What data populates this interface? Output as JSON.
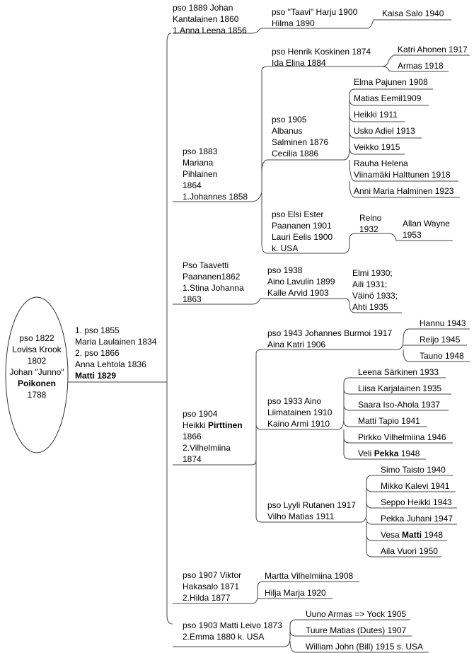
{
  "root": {
    "lines": [
      "pso 1822",
      "Lovisa Krook",
      "1802",
      "Johan \"Junno\""
    ],
    "bold_name": "Poikonen",
    "year": "1788"
  },
  "matti": {
    "l1": "1. pso 1855",
    "l2": "Maria Laulainen 1834",
    "l3": "2. pso 1866",
    "l4": "Anna Lehtola 1836",
    "l5": "Matti 1829"
  },
  "johan": {
    "l1": "pso 1889 Johan",
    "l2": "Kantalainen 1860",
    "l3": "1.Anna Leena 1856"
  },
  "taavi": {
    "l1": "pso \"Taavi\" Harju 1900",
    "l2": "Hilma 1890"
  },
  "kaisa": "Kaisa Salo 1940",
  "mariana": {
    "l1": "pso 1883",
    "l2": "Mariana",
    "l3": "Pihlainen",
    "l4": "1864",
    "l5": "1.Johannes 1858"
  },
  "henrik": {
    "l1": "pso Henrik Koskinen 1874",
    "l2": "Ida Elina 1884"
  },
  "henrik_children": [
    "Katri Ahonen 1917",
    "Armas 1918"
  ],
  "albanus": {
    "l1": "pso 1905",
    "l2": "Albanus",
    "l3": "Salminen 1876",
    "l4": "Cecilia 1886"
  },
  "albanus_children": [
    "Elma Pajunen 1908",
    "Matias Eemil1909",
    "Heikki 1911",
    "Usko Adiel 1913",
    "Veikko 1915",
    "Rauha Helena",
    "Viinamäki Halttunen 1918",
    "Anni Maria Halminen 1923"
  ],
  "elsi": {
    "l1": "pso Elsi Ester",
    "l2": "Paananen 1901",
    "l3": "Lauri Eelis 1900",
    "l4": "k. USA"
  },
  "reino": {
    "l1": "Reino",
    "l2": "1932"
  },
  "allan": {
    "l1": "Allan Wayne",
    "l2": "1953"
  },
  "taavetti": {
    "l1": "Pso Taavetti",
    "l2": "Paananen1862",
    "l3": "1.Stina Johanna",
    "l4": "1863"
  },
  "aino": {
    "l1": "pso 1938",
    "l2": "Aino Lavulin 1899",
    "l3": "Kalle Arvid 1903"
  },
  "aino_children": [
    "Elmi 1930;",
    "Aili 1931;",
    "Väinö 1933;",
    "Ahti 1935"
  ],
  "heikki": {
    "l1": "pso 1904",
    "l2a": "Heikki ",
    "l2b": "Pirttinen",
    "l3": "1866",
    "l4": "2.Vilhelmiina",
    "l5": "1874"
  },
  "burmoi": {
    "l1": "pso 1943 Johannes Burmoi 1917",
    "l2": "Aina Katri 1906"
  },
  "burmoi_children": [
    "Hannu 1943",
    "Reijo 1945",
    "Tauno 1948"
  ],
  "liimatainen": {
    "l1": "pso 1933 Aino",
    "l2": "Liimatainen 1910",
    "l3": "Kaino Armi 1910"
  },
  "liimatainen_children": [
    "Leena Särkinen 1933",
    "Liisa Karjalainen 1935",
    "Saara Iso-Ahola 1937",
    "Matti Tapio 1941",
    "Pirkko Vilhelmiina 1946"
  ],
  "veli": {
    "a": "Veli ",
    "b": "Pekka",
    "c": " 1948"
  },
  "lyyli": {
    "l1": "pso Lyyli Rutanen 1917",
    "l2": "Vilho Matias 1911"
  },
  "lyyli_children": [
    "Simo Taisto 1940",
    "Mikko Kalevi 1941",
    "Seppo Heikki 1943",
    "Pekka Juhani 1947"
  ],
  "vesa": {
    "a": "Vesa ",
    "b": "Matti",
    "c": " 1948"
  },
  "aila": "Aila Vuori 1950",
  "viktor": {
    "l1": "pso 1907 Viktor",
    "l2": "Hakasalo 1871",
    "l3": "2.Hilda 1877"
  },
  "viktor_children": [
    "Martta Vilhelmiina 1908",
    "Hilja Marja 1920"
  ],
  "leivo": {
    "l1": "pso 1903 Matti Leivo 1873",
    "l2": "2.Emma 1880 k. USA"
  },
  "leivo_children": [
    "Uuno Armas => Yock 1905",
    "Tuure Matias (Dutes) 1907",
    "William John (Bill) 1915 s. USA"
  ]
}
